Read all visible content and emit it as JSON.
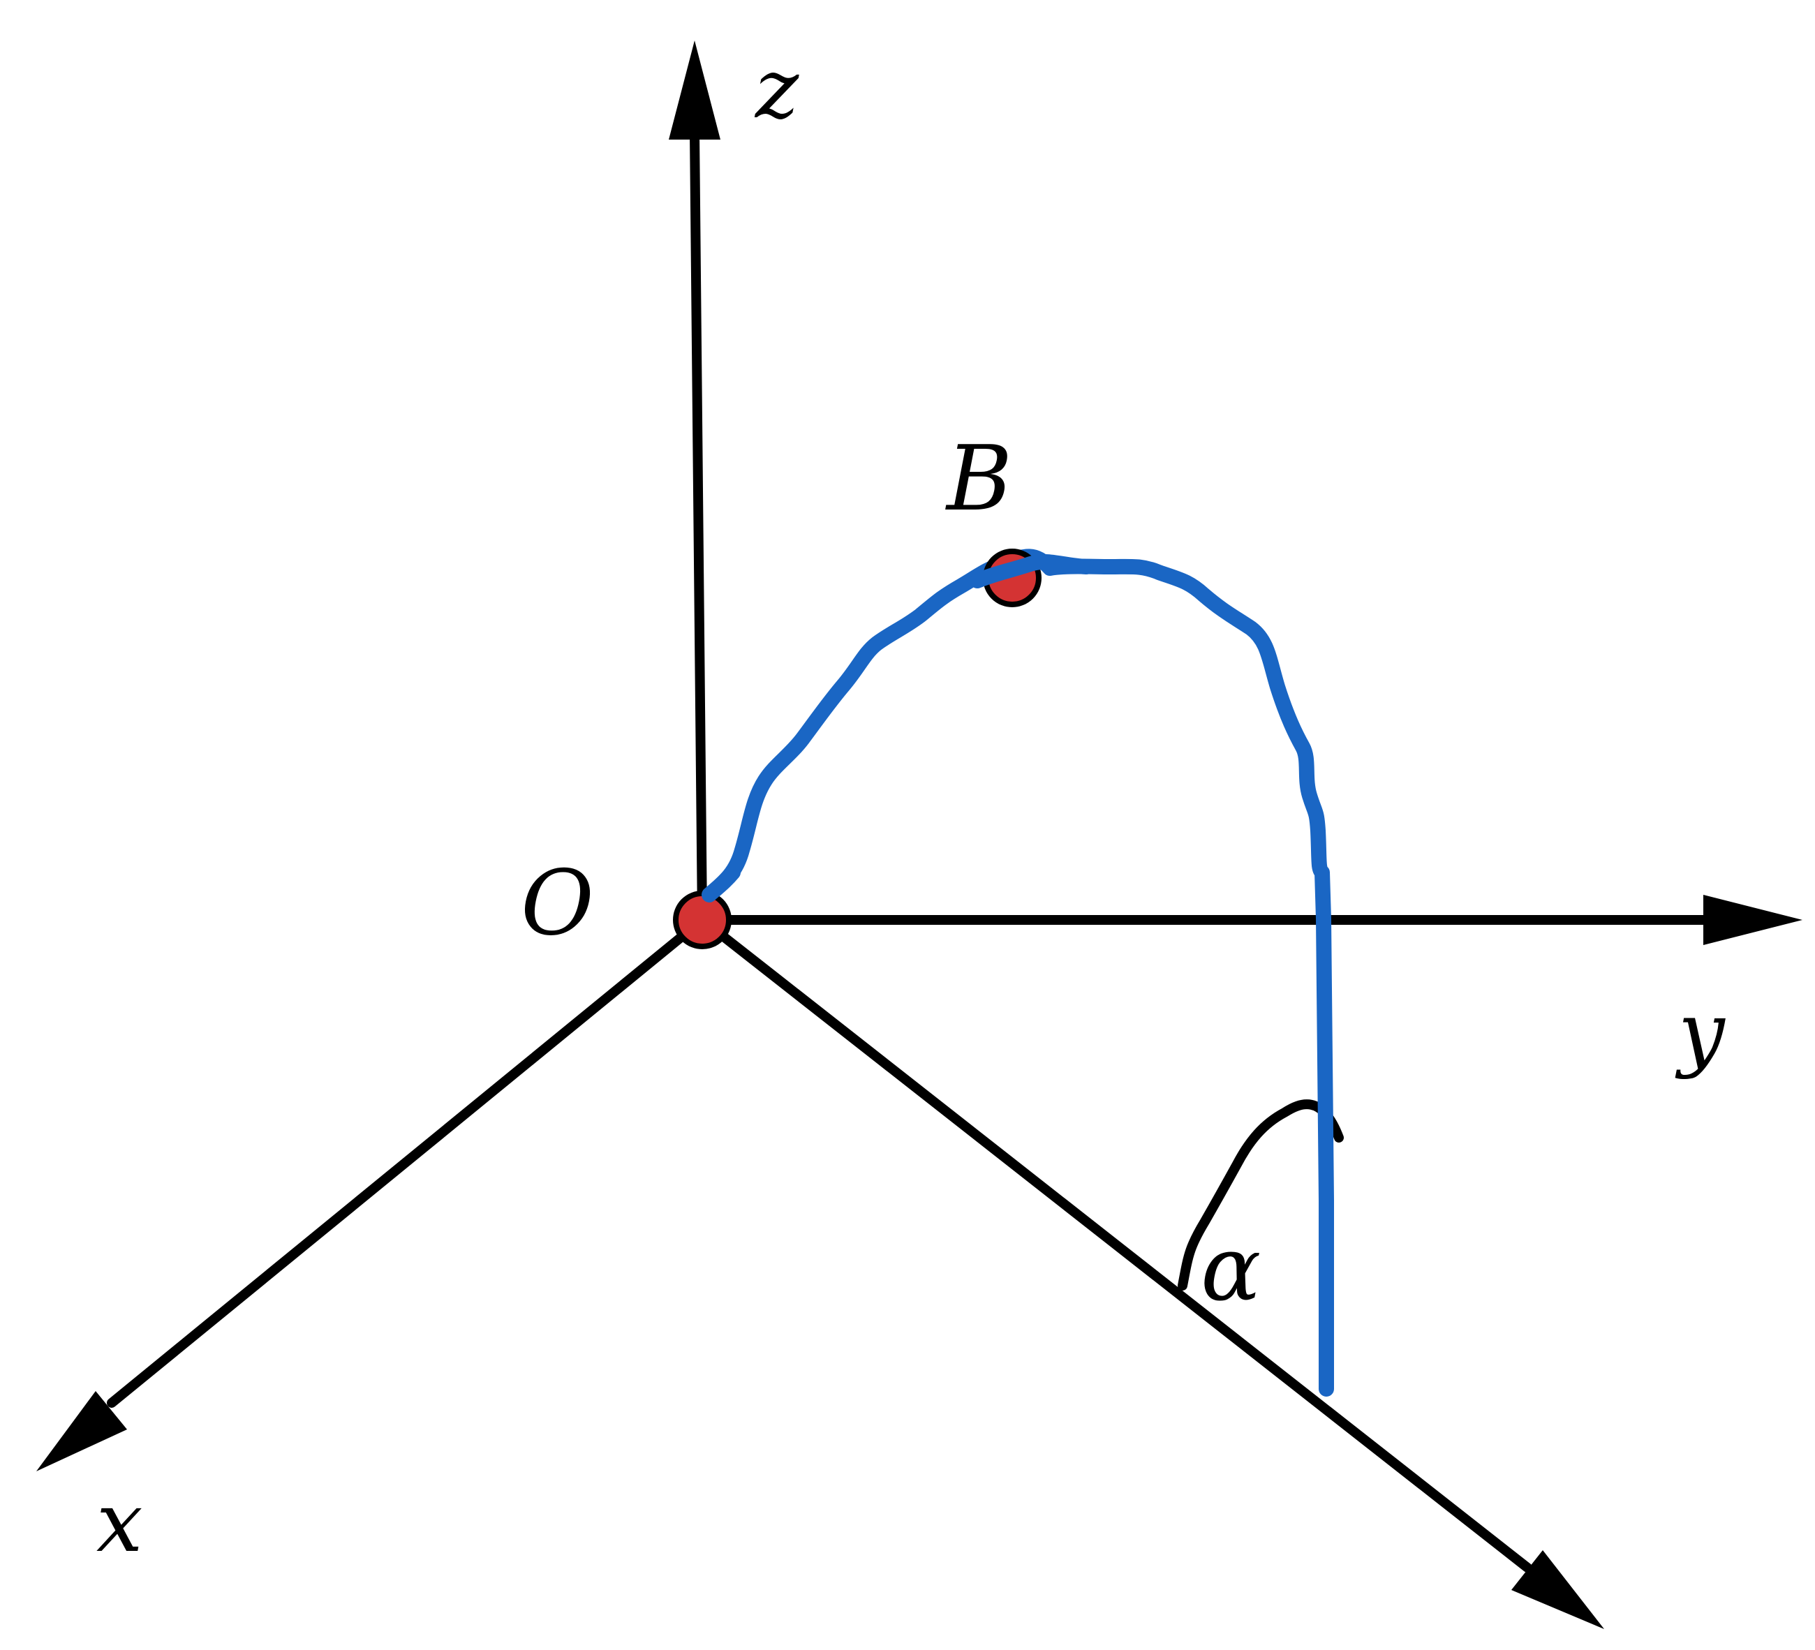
{
  "labels": {
    "z": "z",
    "y": "y",
    "x": "x",
    "origin": "O",
    "point_b": "B",
    "angle": "α"
  },
  "colors": {
    "axis": "#000000",
    "curve": "#1a66c4",
    "point_fill": "#d43333",
    "point_stroke": "#000000",
    "background": "#ffffff"
  }
}
